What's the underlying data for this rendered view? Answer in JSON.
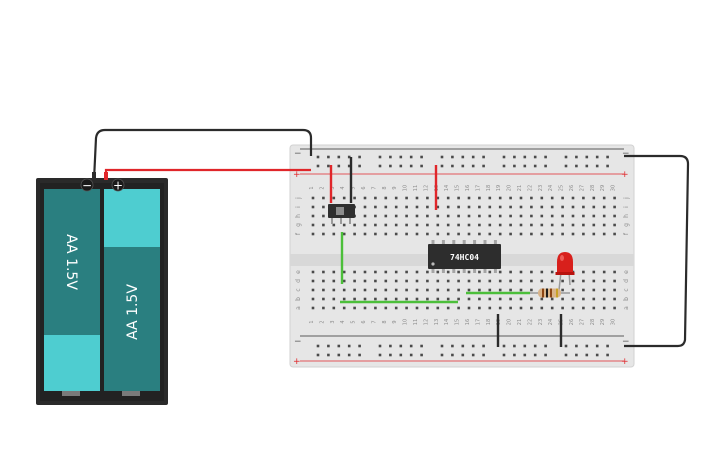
{
  "battery": {
    "cell_labels": [
      "AA 1.5V",
      "AA 1.5V"
    ],
    "minus_symbol": "−",
    "plus_symbol": "+"
  },
  "breadboard": {
    "rail_minus": "−",
    "rail_plus": "+",
    "row_letters_top": [
      "j",
      "i",
      "h",
      "g",
      "f"
    ],
    "row_letters_bottom": [
      "e",
      "d",
      "c",
      "b",
      "a"
    ],
    "column_numbers": [
      "1",
      "2",
      "3",
      "4",
      "5",
      "6",
      "7",
      "8",
      "9",
      "10",
      "11",
      "12",
      "13",
      "14",
      "15",
      "16",
      "17",
      "18",
      "19",
      "20",
      "21",
      "22",
      "23",
      "24",
      "25",
      "26",
      "27",
      "28",
      "29",
      "30"
    ]
  },
  "chip": {
    "label": "74HC04"
  },
  "colors": {
    "battery_case": "#2a2a2a",
    "cell_teal_dark": "#2a7f80",
    "cell_teal_light": "#4ecdd0",
    "wire_red": "#e0262a",
    "wire_black": "#2b2b2b",
    "wire_green": "#4cbf3a",
    "board": "#e6e6e6",
    "led_red": "#d8201c",
    "resistor_body": "#d9b48a"
  }
}
